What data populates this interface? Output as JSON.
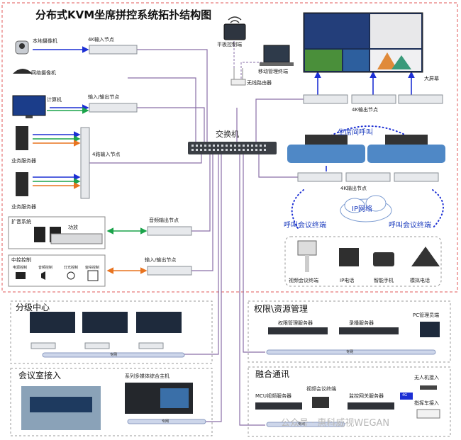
{
  "title": "分布式KVM坐席拼控系统拓扑结构图",
  "devices": {
    "local_camera": "本地摄像机",
    "network_camera": "网络摄像机",
    "computer": "计算机",
    "business_server_1": "业务服务器",
    "business_server_2": "业务服务器",
    "tablet": "平板控制端",
    "mobile_terminal": "移动管理终端",
    "wireless_router": "无线路由器",
    "switch": "交换机",
    "big_screen": "大屏幕",
    "pa_system": "扩音系统",
    "amplifier": "功放",
    "central_control": "中控控制",
    "power_control": "电源控制",
    "audio_control": "音频控制",
    "light_control": "灯光控制",
    "curtain_control": "窗帘控制"
  },
  "nodes": {
    "input_4k": "4K输入节点",
    "io_node_1": "输入/输出节点",
    "input_4way": "4路输入节点",
    "output_4k_top": "4K输出节点",
    "output_4k_seats": "4K输出节点",
    "audio_output": "音频输出节点",
    "io_node_2": "输入/输出节点"
  },
  "seat_call": "坐席间呼叫",
  "ip_network": "IP网络",
  "call_terminal_left": "呼叫会议终端",
  "call_terminal_right": "呼叫会议终端",
  "terminals": [
    "视频会议终端",
    "IP电话",
    "智能手机",
    "模拟电话"
  ],
  "sections": {
    "branch": {
      "title": "分级中心",
      "bus": "专网"
    },
    "permission": {
      "title": "权限\\资源管理",
      "items": [
        "权限管理服务器",
        "录播服务器",
        "PC管理员端"
      ],
      "bus": "专网"
    },
    "meeting_room": {
      "title": "会议室接入",
      "host": "系列多媒体综合主机",
      "bus": "专网"
    },
    "fusion": {
      "title": "融合通讯",
      "items": [
        "MCU视频服务器",
        "视频会议终端",
        "监控网关服务器",
        "无人机接入",
        "指挥车接入"
      ],
      "bus": "专网",
      "badge": "4G"
    }
  },
  "watermark": "公众号 · 惠科威视WEGAN",
  "colors": {
    "line_gray": "#8a6fa8",
    "blue": "#1c2fd4",
    "green": "#1aa34a",
    "orange": "#e8731f",
    "frame_red": "#e05a5a",
    "frame_gray": "#9a9a9a"
  }
}
